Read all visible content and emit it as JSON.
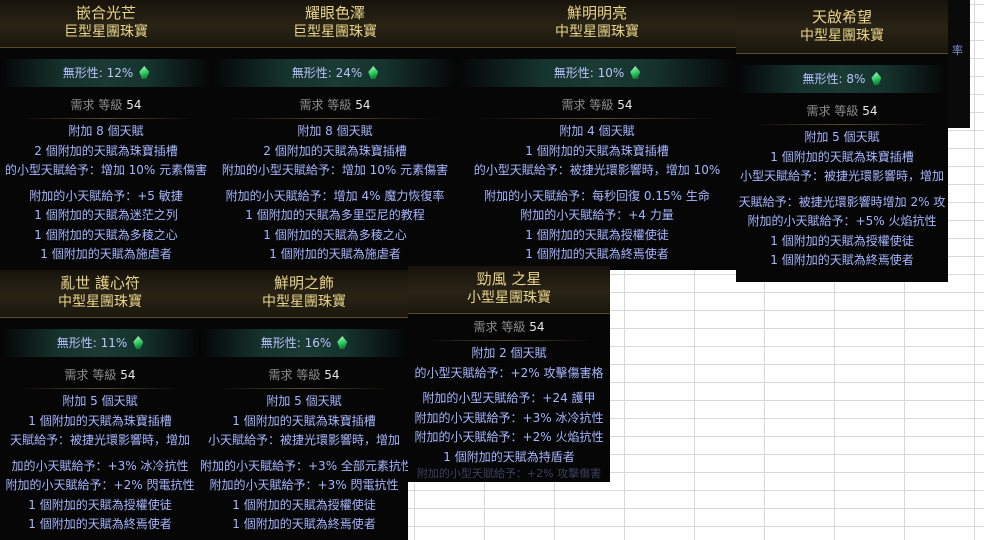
{
  "cards": [
    {
      "name": "嵌合光芒",
      "type": "巨型星團珠寶",
      "stat": "無形性: 12%",
      "req_label": "需求 等級",
      "req_level": "54",
      "lines": [
        "附加 8 個天賦",
        "2 個附加的天賦為珠寶插槽",
        "的小型天賦給予：增加 10% 元素傷害"
      ],
      "lines2": [
        "附加的小天賦給予：+5 敏捷",
        "1 個附加的天賦為迷茫之列",
        "1 個附加的天賦為多稜之心",
        "1 個附加的天賦為施虐者"
      ]
    },
    {
      "name": "耀眼色澤",
      "type": "巨型星團珠寶",
      "stat": "無形性: 24%",
      "req_label": "需求 等級",
      "req_level": "54",
      "lines": [
        "附加 8 個天賦",
        "2 個附加的天賦為珠寶插槽",
        "附加的小型天賦給予：增加 10% 元素傷害"
      ],
      "lines2": [
        "附加的小天賦給予：增加 4% 魔力恢復率",
        "1 個附加的天賦為多里亞尼的教程",
        "1 個附加的天賦為多稜之心",
        "1 個附加的天賦為施虐者"
      ]
    },
    {
      "name": "鮮明明亮",
      "type": "中型星團珠寶",
      "stat": "無形性: 10%",
      "req_label": "需求 等級",
      "req_level": "54",
      "lines": [
        "附加 4 個天賦",
        "1 個附加的天賦為珠寶插槽",
        "的小型天賦給予：被捷光環影響時，增加 10%"
      ],
      "lines2": [
        "附加的小天賦給予：每秒回復 0.15% 生命",
        "附加的小天賦給予：+4 力量",
        "1 個附加的天賦為授權使徒",
        "1 個附加的天賦為終焉使者"
      ]
    },
    {
      "name": "天啟希望",
      "type": "中型星團珠寶",
      "stat": "無形性: 8%",
      "req_label": "需求 等級",
      "req_level": "54",
      "lines": [
        "附加 5 個天賦",
        "1 個附加的天賦為珠寶插槽",
        "小型天賦給予：被捷光環影響時，增加"
      ],
      "lines2": [
        "天賦給予：被捷光環影響時增加 2% 攻",
        "附加的小天賦給予：+5% 火焰抗性",
        "1 個附加的天賦為授權使徒",
        "1 個附加的天賦為終焉使者"
      ]
    },
    {
      "name": "亂世 護心符",
      "type": "中型星團珠寶",
      "stat": "無形性: 11%",
      "req_label": "需求 等級",
      "req_level": "54",
      "lines": [
        "附加 5 個天賦",
        "1 個附加的天賦為珠寶插槽",
        "天賦給予：被捷光環影響時，增加"
      ],
      "lines2": [
        "加的小天賦給予：+3% 冰冷抗性",
        "附加的小天賦給予：+2% 閃電抗性",
        "1 個附加的天賦為授權使徒",
        "1 個附加的天賦為終焉使者"
      ]
    },
    {
      "name": "鮮明之飾",
      "type": "中型星團珠寶",
      "stat": "無形性: 16%",
      "req_label": "需求 等級",
      "req_level": "54",
      "lines": [
        "附加 5 個天賦",
        "1 個附加的天賦為珠寶插槽",
        "小天賦給予：被捷光環影響時，增加"
      ],
      "lines2": [
        "附加的小天賦給予：+3% 全部元素抗性",
        "附加的小天賦給予：+3% 閃電抗性",
        "1 個附加的天賦為授權使徒",
        "1 個附加的天賦為終焉使者"
      ]
    },
    {
      "name": "勁風 之星",
      "type": "小型星團珠寶",
      "req_label": "需求 等級",
      "req_level": "54",
      "lines": [
        "附加 2 個天賦",
        "的小型天賦給予：+2% 攻擊傷害格"
      ],
      "lines2": [
        "附加的小型天賦給予：+24 護甲",
        "附加的小天賦給予：+3% 冰冷抗性",
        "附加的小天賦給予：+2% 火焰抗性",
        "1 個附加的天賦為持盾者"
      ]
    }
  ],
  "fragments": {
    "right_edge": "率",
    "bottom_card7": "附加的小型天賦給予：+2% 攻擊傷害"
  },
  "colors": {
    "title": "#e8d48a",
    "mod": "#a6b6ff",
    "stat": "#b8c4ff",
    "gem": "#28c85a"
  }
}
